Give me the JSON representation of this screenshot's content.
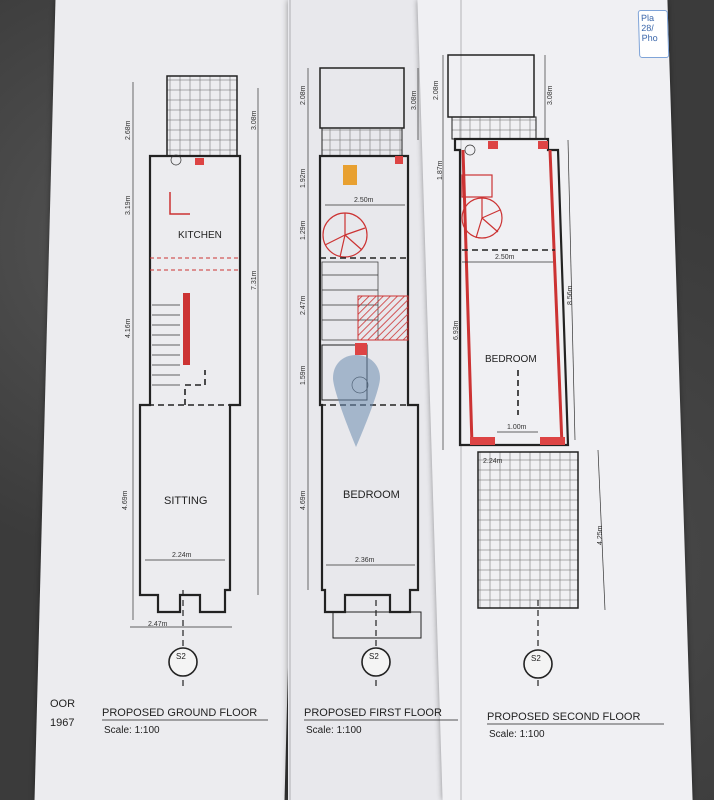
{
  "badge": {
    "line1": "Pla",
    "line2": "28/",
    "line3": "Pho"
  },
  "margin_left": {
    "line1": "OOR",
    "line2": "1967"
  },
  "ground": {
    "title": "PROPOSED GROUND FLOOR",
    "scale": "Scale: 1:100",
    "kitchen": "KITCHEN",
    "sitting": "SITTING",
    "dims": {
      "d1": "2.68m",
      "d2": "3.19m",
      "d3": "4.16m",
      "d4": "4.69m",
      "d5": "3.08m",
      "d6": "7.31m",
      "w1": "2.24m",
      "w2": "2.47m"
    },
    "section": "S2"
  },
  "first": {
    "title": "PROPOSED FIRST FLOOR",
    "scale": "Scale: 1:100",
    "bedroom": "BEDROOM",
    "dims": {
      "d1": "2.08m",
      "d2": "1.92m",
      "d3": "1.29m",
      "d4": "2.47m",
      "d5": "1.59m",
      "d6": "4.69m",
      "d7": "3.08m",
      "w1": "2.50m",
      "w2": "2.36m"
    },
    "section": "S2"
  },
  "second": {
    "title": "PROPOSED SECOND FLOOR",
    "scale": "Scale: 1:100",
    "bedroom": "BEDROOM",
    "dims": {
      "d1": "2.08m",
      "d2": "1.87m",
      "d3": "6.93m",
      "d4": "3.08m",
      "d5": "8.56m",
      "d6": "4.25m",
      "w1": "2.50m",
      "w2": "1.00m",
      "w3": "2.24m"
    },
    "section": "S2"
  }
}
